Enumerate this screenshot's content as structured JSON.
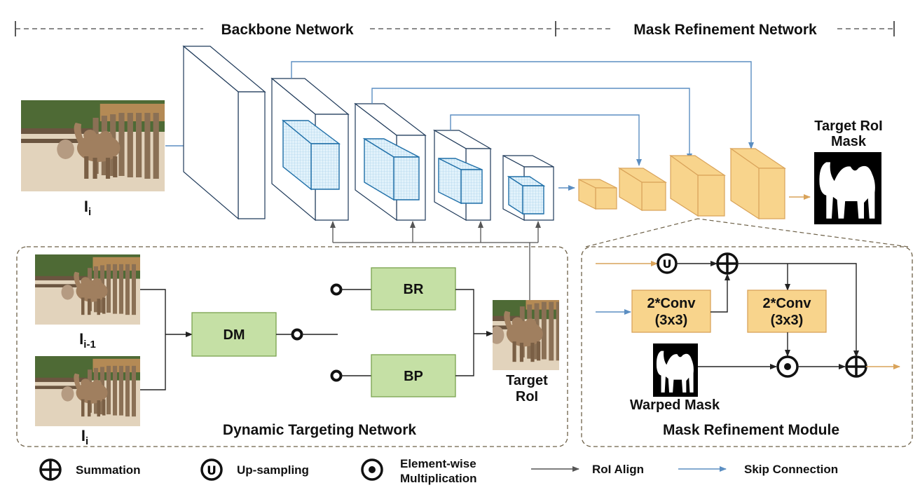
{
  "sections": {
    "backbone": "Backbone Network",
    "mask_refinement": "Mask Refinement Network",
    "dynamic_targeting": "Dynamic Targeting Network",
    "mask_refinement_module": "Mask Refinement Module"
  },
  "inputs": {
    "frame_top": "I",
    "frame_top_sub": "i",
    "frame_prev": "I",
    "frame_prev_sub": "i-1",
    "frame_cur": "I",
    "frame_cur_sub": "i"
  },
  "blocks": {
    "dm": "DM",
    "br": "BR",
    "bp": "BP",
    "conv_a_line1": "2*Conv",
    "conv_a_line2": "(3x3)",
    "conv_b_line1": "2*Conv",
    "conv_b_line2": "(3x3)"
  },
  "labels": {
    "target_roi_mask_line1": "Target RoI",
    "target_roi_mask_line2": "Mask",
    "target_roi_line1": "Target",
    "target_roi_line2": "RoI",
    "warped_mask": "Warped Mask"
  },
  "symbols": {
    "summation": "+",
    "upsampling": "U"
  },
  "legend": {
    "summation": "Summation",
    "upsampling": "Up-sampling",
    "elementwise_line1": "Element-wise",
    "elementwise_line2": "Multiplication",
    "roi_align": "RoI Align",
    "skip_connection": "Skip Connection"
  },
  "colors": {
    "green_block": "#c5e0a5",
    "yellow_block": "#f8d48c",
    "blue_cube": "#d2ebf8",
    "skip_arrow": "#5b8ec2",
    "roi_arrow": "#555555",
    "orange_arrow": "#d9a35a"
  }
}
